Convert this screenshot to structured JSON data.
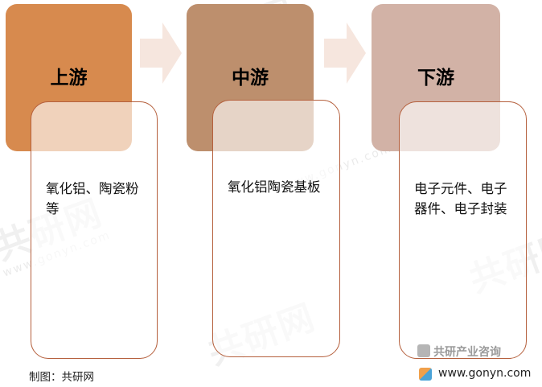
{
  "stages": [
    {
      "title": "上游",
      "detail": "氧化铝、陶瓷粉等",
      "color": "#d78a4e"
    },
    {
      "title": "中游",
      "detail": "氧化铝陶瓷基板",
      "color": "#bd8f6d"
    },
    {
      "title": "下游",
      "detail": "电子元件、电子器件、电子封装",
      "color": "#d2b2a6"
    }
  ],
  "arrow_color": "#f6e6de",
  "border_color": "#b5603d",
  "watermark": {
    "text": "共研网",
    "url": "www.gonyn.com"
  },
  "footer": {
    "source": "制图：共研网",
    "brand_name": "共研产业咨询",
    "brand_url": "www.gonyn.com"
  }
}
